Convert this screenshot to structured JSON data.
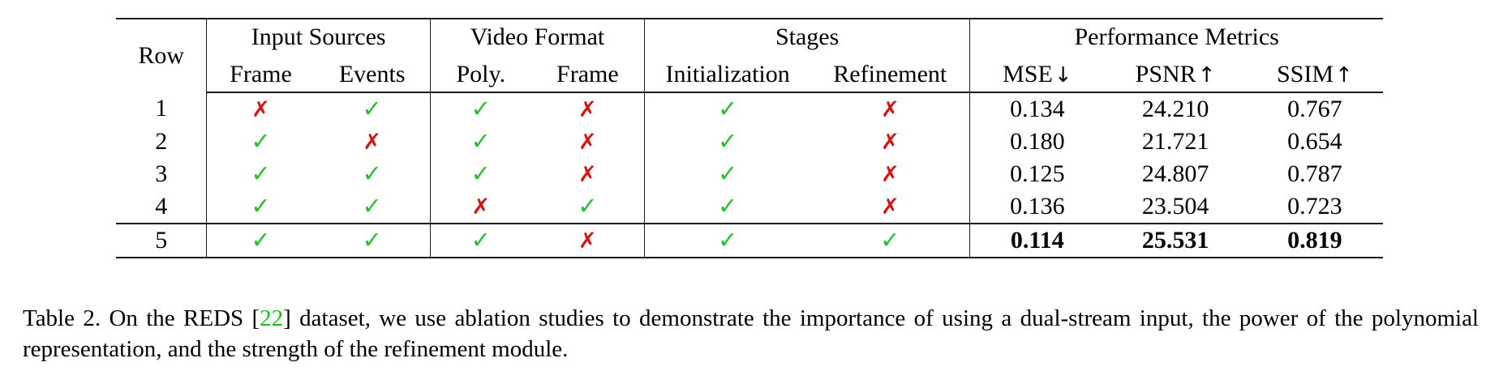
{
  "table": {
    "group_headers": [
      {
        "label": "Row",
        "span": 1
      },
      {
        "label": "Input Sources",
        "span": 2
      },
      {
        "label": "Video Format",
        "span": 2
      },
      {
        "label": "Stages",
        "span": 2
      },
      {
        "label": "Performance Metrics",
        "span": 3
      }
    ],
    "sub_headers": [
      "Frame",
      "Events",
      "Poly.",
      "Frame",
      "Initialization",
      "Refinement",
      "MSE",
      "PSNR",
      "SSIM"
    ],
    "metric_arrows": {
      "mse": "↓",
      "psnr": "↑",
      "ssim": "↑"
    },
    "marks": {
      "yes": "✓",
      "no": "✗",
      "yes_color": "#22c32a",
      "no_color": "#d81111"
    },
    "rows": [
      {
        "row": "1",
        "input_frame": "no",
        "input_events": "yes",
        "format_poly": "yes",
        "format_frame": "no",
        "stage_initialization": "yes",
        "stage_refinement": "no",
        "mse": "0.134",
        "psnr": "24.210",
        "ssim": "0.767",
        "best": false
      },
      {
        "row": "2",
        "input_frame": "yes",
        "input_events": "no",
        "format_poly": "yes",
        "format_frame": "no",
        "stage_initialization": "yes",
        "stage_refinement": "no",
        "mse": "0.180",
        "psnr": "21.721",
        "ssim": "0.654",
        "best": false
      },
      {
        "row": "3",
        "input_frame": "yes",
        "input_events": "yes",
        "format_poly": "yes",
        "format_frame": "no",
        "stage_initialization": "yes",
        "stage_refinement": "no",
        "mse": "0.125",
        "psnr": "24.807",
        "ssim": "0.787",
        "best": false
      },
      {
        "row": "4",
        "input_frame": "yes",
        "input_events": "yes",
        "format_poly": "no",
        "format_frame": "yes",
        "stage_initialization": "yes",
        "stage_refinement": "no",
        "mse": "0.136",
        "psnr": "23.504",
        "ssim": "0.723",
        "best": false
      },
      {
        "row": "5",
        "input_frame": "yes",
        "input_events": "yes",
        "format_poly": "yes",
        "format_frame": "no",
        "stage_initialization": "yes",
        "stage_refinement": "yes",
        "mse": "0.114",
        "psnr": "25.531",
        "ssim": "0.819",
        "best": true
      }
    ]
  },
  "caption": {
    "label": "Table 2.",
    "text_before_cite": " On the REDS [",
    "cite": "22",
    "text_after_cite": "] dataset, we use ablation studies to demonstrate the importance of using a dual-stream input, the power of the polynomial representation, and the strength of the refinement module."
  }
}
